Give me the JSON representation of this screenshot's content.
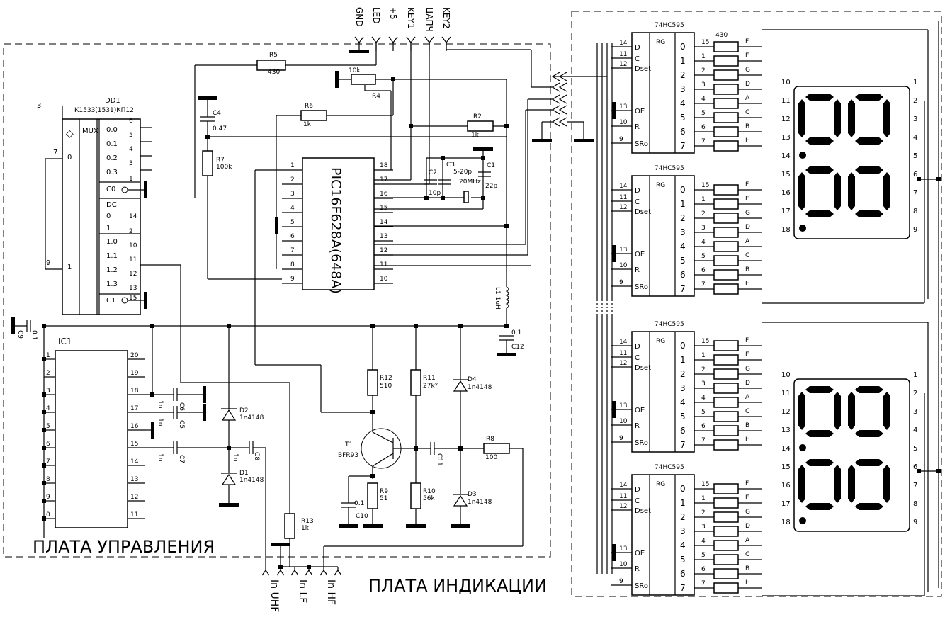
{
  "connector_top": [
    "GND",
    "LED",
    "+5",
    "KEY1",
    "ЦАПЧ",
    "KEY2"
  ],
  "connector_bottom": [
    "In UHF",
    "In LF",
    "In HF"
  ],
  "boards": {
    "control": "ПЛАТА УПРАВЛЕНИЯ",
    "indication": "ПЛАТА ИНДИКАЦИИ"
  },
  "dd1": {
    "ref": "DD1",
    "part": "К1533(1531)КП12",
    "func": "MUX",
    "sel_symbol": "◇",
    "left_pins": [
      "3",
      "7",
      "9"
    ],
    "left_labels": [
      "0",
      "1"
    ],
    "outputs": [
      "0.0",
      "0.1",
      "0.2",
      "0.3",
      "C0",
      "DC",
      "0",
      "1",
      "1.0",
      "1.1",
      "1.2",
      "1.3",
      "C1"
    ],
    "out_pins": [
      "6",
      "5",
      "4",
      "3",
      "1",
      "14",
      "2",
      "10",
      "11",
      "12",
      "13",
      "15"
    ]
  },
  "pic": {
    "part": "PIC16F628A(648A)",
    "left_pins": [
      "1",
      "2",
      "3",
      "4",
      "5",
      "6",
      "7",
      "8",
      "9"
    ],
    "right_pins": [
      "18",
      "17",
      "16",
      "15",
      "14",
      "13",
      "12",
      "11",
      "10"
    ]
  },
  "ic1": {
    "ref": "IC1",
    "left_pins": [
      "1",
      "2",
      "3",
      "4",
      "5",
      "6",
      "7",
      "8",
      "9",
      "0"
    ],
    "right_pins": [
      "20",
      "19",
      "18",
      "17",
      "16",
      "15",
      "14",
      "13",
      "12",
      "11"
    ]
  },
  "components": {
    "R5": {
      "ref": "R5",
      "val": "430"
    },
    "R4": {
      "ref": "R4",
      "val": "10k"
    },
    "R6": {
      "ref": "R6",
      "val": "1k"
    },
    "R2": {
      "ref": "R2",
      "val": "1k"
    },
    "R7": {
      "ref": "R7",
      "val": "100k"
    },
    "C4": {
      "ref": "C4",
      "val": "0.47"
    },
    "C2": {
      "ref": "C2",
      "val": "10p"
    },
    "C3": {
      "ref": "C3",
      "val": "5-20p"
    },
    "C1": {
      "ref": "C1",
      "val": "22p"
    },
    "XTAL": {
      "ref": "",
      "val": "20MHz"
    },
    "L1": {
      "ref": "L1",
      "val": "1uH"
    },
    "C12": {
      "ref": "C12",
      "val": "0.1"
    },
    "C9": {
      "ref": "C9",
      "val": "0.1"
    },
    "C6": {
      "ref": "C6",
      "val": "1n"
    },
    "C5": {
      "ref": "C5",
      "val": "1n"
    },
    "C7": {
      "ref": "C7",
      "val": "1n"
    },
    "C8": {
      "ref": "C8",
      "val": "1n"
    },
    "D1": {
      "ref": "D1",
      "val": "1n4148"
    },
    "D2": {
      "ref": "D2",
      "val": "1n4148"
    },
    "D3": {
      "ref": "D3",
      "val": "1n4148"
    },
    "D4": {
      "ref": "D4",
      "val": "1n4148"
    },
    "R12": {
      "ref": "R12",
      "val": "510"
    },
    "R11": {
      "ref": "R11",
      "val": "27k*"
    },
    "R9": {
      "ref": "R9",
      "val": "51"
    },
    "R10": {
      "ref": "R10",
      "val": "56k"
    },
    "R8": {
      "ref": "R8",
      "val": "100"
    },
    "R13": {
      "ref": "R13",
      "val": "1k"
    },
    "C10": {
      "ref": "C10",
      "val": "0.1"
    },
    "C11": {
      "ref": "C11",
      "val": ""
    },
    "T1": {
      "ref": "T1",
      "val": "BFR93"
    }
  },
  "shift_register": {
    "part": "74HC595",
    "func": "RG",
    "series_res": "430",
    "in_pins": [
      "14",
      "11",
      "12",
      "13",
      "10",
      "9"
    ],
    "in_labels": [
      "D",
      "C",
      "Dset",
      "OE",
      "R",
      "SRo"
    ],
    "outputs": [
      "0",
      "1",
      "2",
      "3",
      "4",
      "5",
      "6",
      "7"
    ],
    "out_pins": [
      "15",
      "1",
      "2",
      "3",
      "4",
      "5",
      "6",
      "7"
    ],
    "segments": [
      "F",
      "E",
      "G",
      "D",
      "A",
      "C",
      "B",
      "H"
    ]
  },
  "display": {
    "left_pins": [
      "10",
      "11",
      "12",
      "13",
      "14",
      "15",
      "16",
      "17",
      "18"
    ],
    "right_pins": [
      "1",
      "2",
      "3",
      "4",
      "5",
      "6",
      "7",
      "8",
      "9"
    ]
  }
}
